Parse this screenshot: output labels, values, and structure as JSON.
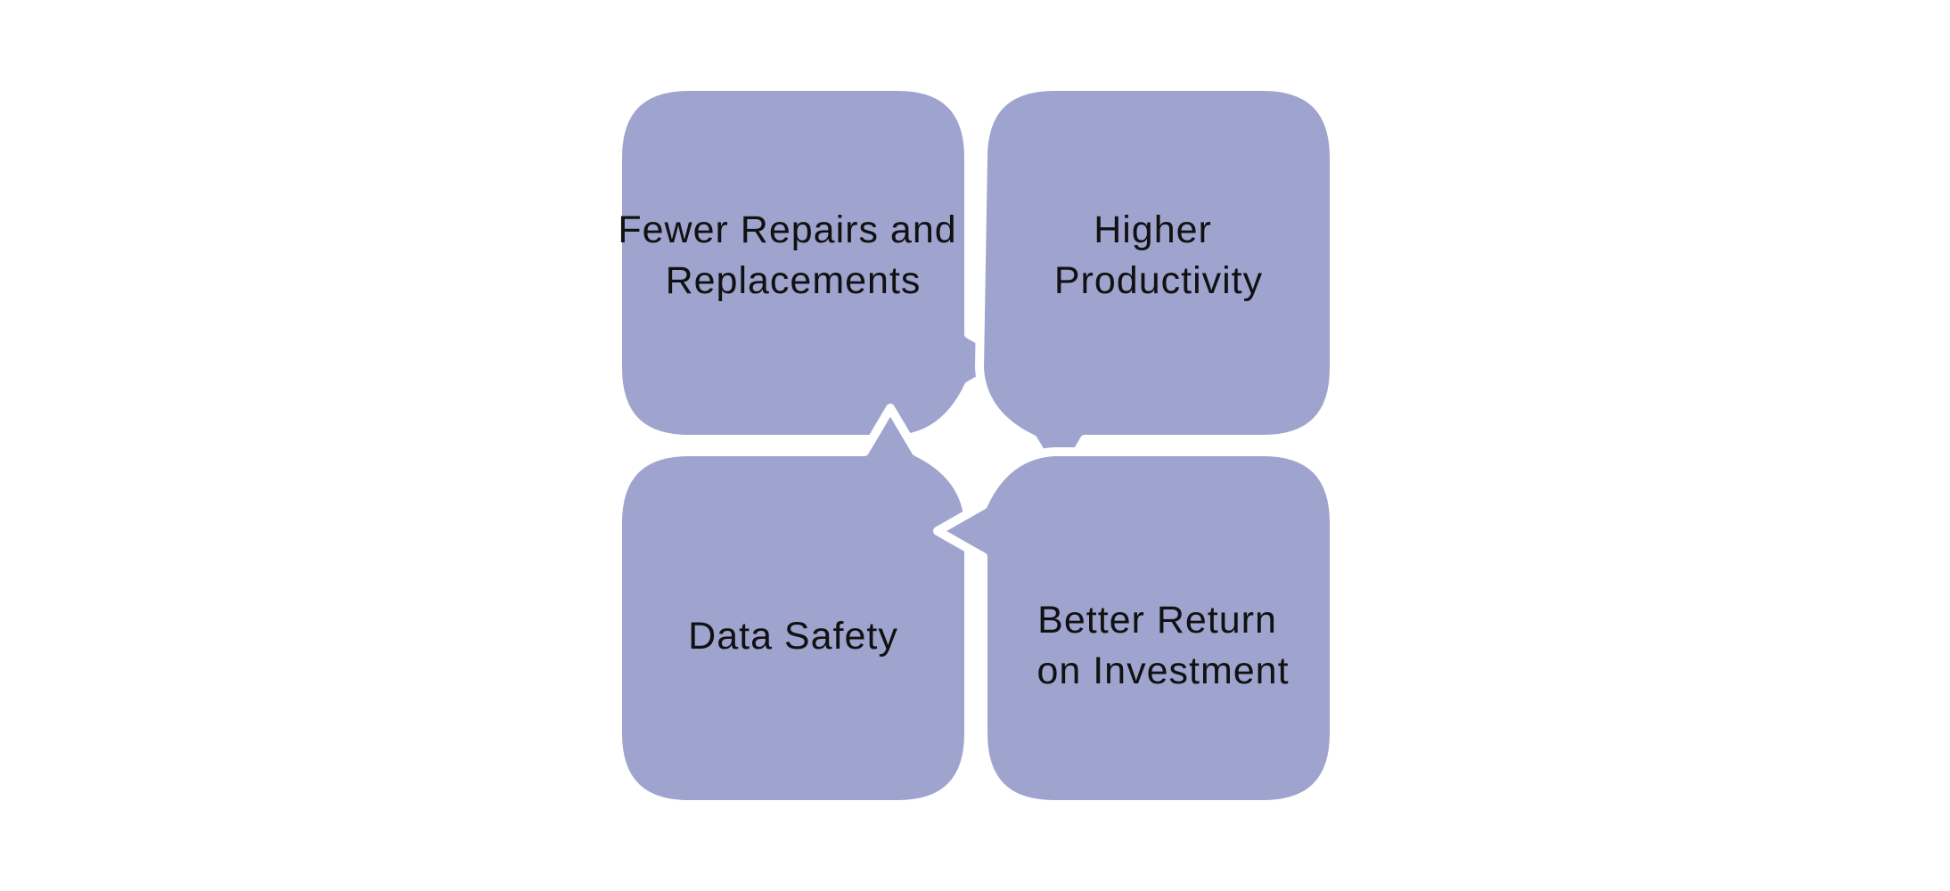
{
  "colors": {
    "shape_fill": "#9fa4cf",
    "background": "#ffffff",
    "text": "#111111"
  },
  "quadrants": [
    {
      "id": "top-left",
      "lines": [
        "Fewer Repairs and",
        "Replacements"
      ]
    },
    {
      "id": "top-right",
      "lines": [
        "Higher",
        "Productivity"
      ]
    },
    {
      "id": "bottom-left",
      "lines": [
        "Data Safety"
      ]
    },
    {
      "id": "bottom-right",
      "lines": [
        "Better Return",
        "on Investment"
      ]
    }
  ]
}
